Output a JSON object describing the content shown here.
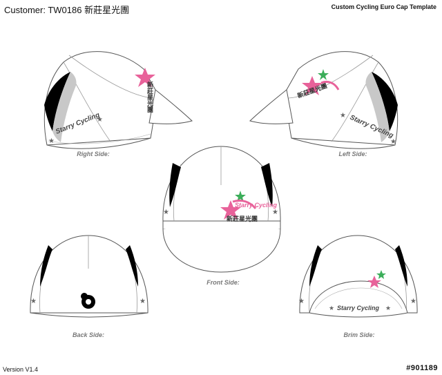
{
  "header": {
    "customer": "Customer: TW0186 新莊星光團",
    "title": "Custom Cycling Euro Cap Template"
  },
  "views": {
    "right_side": "Right Side:",
    "left_side": "Left Side:",
    "front_side": "Front Side:",
    "back_side": "Back Side:",
    "brim_side": "Brim Side:"
  },
  "artwork": {
    "brand_text": "Starry Cycling",
    "team_name": "新莊星光團",
    "accent_color": "#e8629a",
    "star_green": "#3cae5a",
    "stripe_black": "#000000",
    "stripe_grey": "#c8c8c8"
  },
  "footer": {
    "version": "Version V1.4",
    "order_number": "#901189"
  }
}
